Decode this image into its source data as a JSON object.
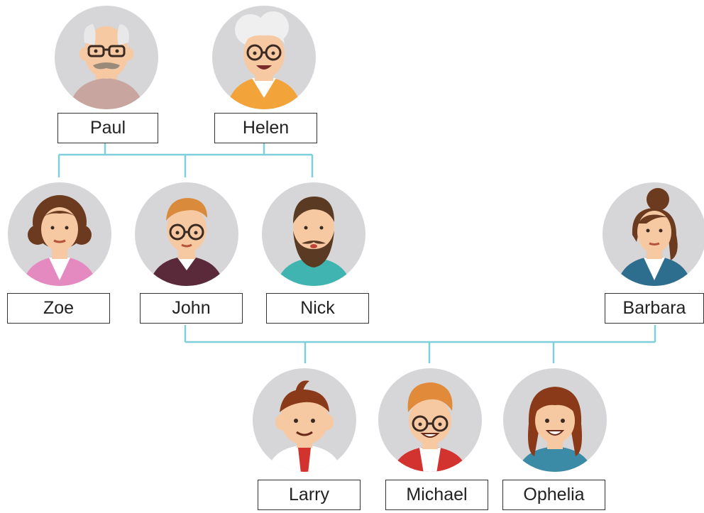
{
  "people": {
    "paul": "Paul",
    "helen": "Helen",
    "zoe": "Zoe",
    "john": "John",
    "nick": "Nick",
    "barbara": "Barbara",
    "larry": "Larry",
    "michael": "Michael",
    "ophelia": "Ophelia"
  },
  "colors": {
    "connector": "#7fcfda",
    "avatar_bg": "#d6d6d9",
    "skin": "#f6c9a3",
    "box_border": "#333333"
  }
}
